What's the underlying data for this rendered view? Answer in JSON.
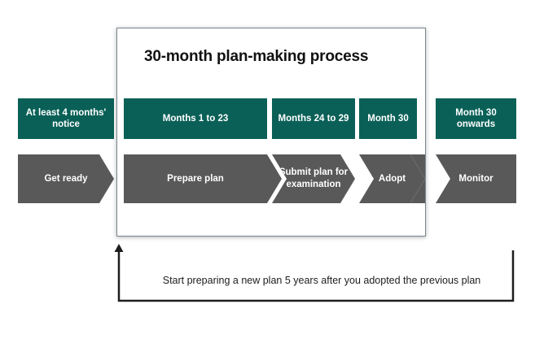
{
  "panel": {
    "title": "30-month plan-making process"
  },
  "colors": {
    "teal": "#0a6057",
    "grey": "#595959",
    "panel_border": "#7b868c",
    "text_dark": "#1d1d1d",
    "background": "#ffffff"
  },
  "periods": [
    {
      "label": "At least 4 months' notice",
      "inside_panel": false
    },
    {
      "label": "Months 1 to 23",
      "inside_panel": true
    },
    {
      "label": "Months 24 to 29",
      "inside_panel": true
    },
    {
      "label": "Month 30",
      "inside_panel": true
    },
    {
      "label": "Month 30 onwards",
      "inside_panel": false
    }
  ],
  "stages": [
    {
      "label": "Get ready",
      "inside_panel": false
    },
    {
      "label": "Prepare plan",
      "inside_panel": true
    },
    {
      "label": "Submit plan for examination",
      "inside_panel": true
    },
    {
      "label": "Adopt",
      "inside_panel": true
    },
    {
      "label": "Monitor",
      "inside_panel": false
    }
  ],
  "feedback": {
    "label": "Start preparing a new plan 5 years after you adopted the previous plan"
  }
}
